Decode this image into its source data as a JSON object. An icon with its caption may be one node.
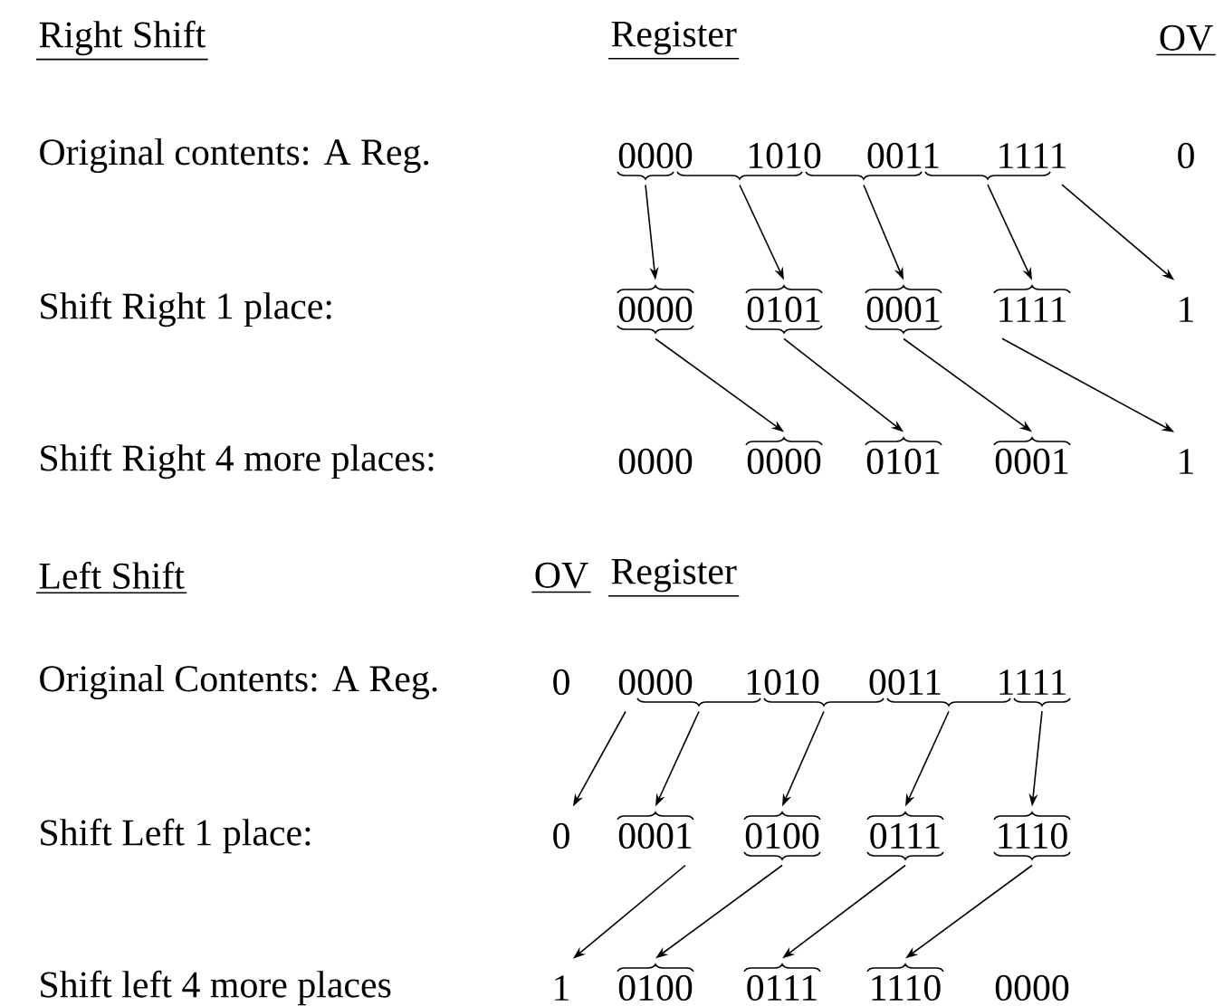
{
  "diagram": {
    "nodes": [
      {
        "text": [
          "0000"
        ]
      },
      {
        "text": [
          "1010"
        ]
      },
      {
        "text": [
          "0011"
        ]
      },
      {
        "text": [
          "1111"
        ]
      },
      {
        "text": [
          "0"
        ]
      },
      {
        "text": [
          "0000"
        ]
      },
      {
        "text": [
          "0101"
        ]
      },
      {
        "text": [
          "0001"
        ]
      },
      {
        "text": [
          "1111"
        ]
      },
      {
        "text": [
          "1"
        ]
      },
      {
        "text": [
          "0000"
        ]
      },
      {
        "text": [
          "0000"
        ]
      },
      {
        "text": [
          "0101"
        ]
      },
      {
        "text": [
          "0001"
        ]
      },
      {
        "text": [
          "1"
        ]
      },
      {
        "text": [
          "0"
        ]
      },
      {
        "text": [
          "0000"
        ]
      },
      {
        "text": [
          "1010"
        ]
      },
      {
        "text": [
          "0011"
        ]
      },
      {
        "text": [
          "1111"
        ]
      },
      {
        "text": [
          "0"
        ]
      },
      {
        "text": [
          "0001"
        ]
      },
      {
        "text": [
          "0100"
        ]
      },
      {
        "text": [
          "0111"
        ]
      },
      {
        "text": [
          "1110"
        ]
      },
      {
        "text": [
          "1"
        ]
      },
      {
        "text": [
          "0100"
        ]
      },
      {
        "text": [
          "0111"
        ]
      },
      {
        "text": [
          "1110"
        ]
      },
      {
        "text": [
          "0000"
        ]
      }
    ],
    "edges": [
      {
        "from": 0,
        "to": 5,
        "arrow": "to"
      },
      {
        "from": 1,
        "to": 6,
        "arrow": "to"
      },
      {
        "from": 2,
        "to": 7,
        "arrow": "to"
      },
      {
        "from": 3,
        "to": 8,
        "arrow": "to"
      },
      {
        "from": 3,
        "to": 9,
        "arrow": "to"
      },
      {
        "from": 5,
        "to": 11,
        "arrow": "to"
      },
      {
        "from": 6,
        "to": 12,
        "arrow": "to"
      },
      {
        "from": 7,
        "to": 13,
        "arrow": "to"
      },
      {
        "from": 8,
        "to": 14,
        "arrow": "to"
      },
      {
        "from": 16,
        "to": 20,
        "arrow": "to"
      },
      {
        "from": 16,
        "to": 21,
        "arrow": "to"
      },
      {
        "from": 17,
        "to": 22,
        "arrow": "to"
      },
      {
        "from": 18,
        "to": 23,
        "arrow": "to"
      },
      {
        "from": 19,
        "to": 24,
        "arrow": "to"
      },
      {
        "from": 21,
        "to": 25,
        "arrow": "to"
      },
      {
        "from": 22,
        "to": 26,
        "arrow": "to"
      },
      {
        "from": 23,
        "to": 27,
        "arrow": "to"
      },
      {
        "from": 24,
        "to": 28,
        "arrow": "to"
      }
    ],
    "labels": [
      "Right Shift",
      "Register",
      "OV",
      "Original contents: A Reg.",
      "Shift Right 1 place:",
      "Shift Right 4 more places:",
      "Left Shift",
      "OV",
      "Register",
      "Original Contents: A Reg.",
      "Shift Left 1 place:",
      "Shift left 4 more places"
    ]
  }
}
